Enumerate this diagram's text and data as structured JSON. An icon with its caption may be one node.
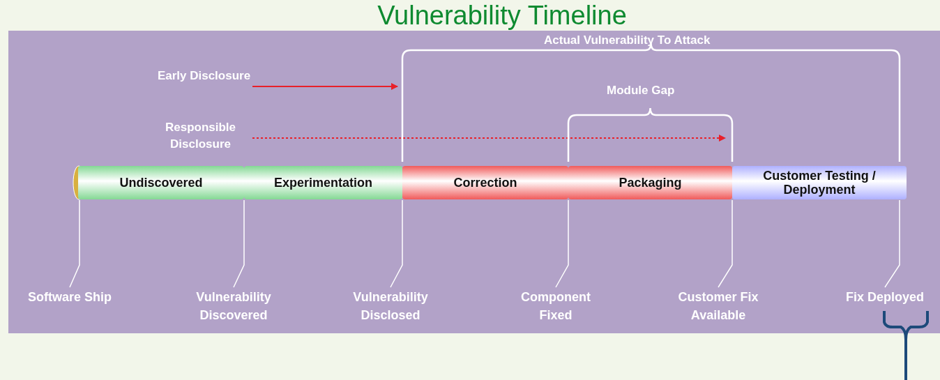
{
  "diagram": {
    "title": "Vulnerability Timeline",
    "nodes": [
      {
        "text": [
          "Undiscovered"
        ]
      },
      {
        "text": [
          "Experimentation"
        ]
      },
      {
        "text": [
          "Correction"
        ]
      },
      {
        "text": [
          "Packaging"
        ]
      },
      {
        "text": [
          "Customer Testing / Deployment"
        ]
      },
      {
        "text": [
          "Early Disclosure"
        ]
      },
      {
        "text": [
          "Responsible Disclosure"
        ]
      },
      {
        "text": [
          "Software Ship"
        ]
      },
      {
        "text": [
          "Vulnerability Discovered"
        ]
      },
      {
        "text": [
          "Vulnerability Disclosed"
        ]
      },
      {
        "text": [
          "Component Fixed"
        ]
      },
      {
        "text": [
          "Customer Fix Available"
        ]
      },
      {
        "text": [
          "Fix Deployed"
        ]
      }
    ],
    "edges": [
      {
        "from": 5,
        "to": null,
        "arrow": "to",
        "color": "#e8202a"
      },
      {
        "from": 6,
        "to": null,
        "arrow": "to",
        "style": "dashed",
        "color": "#e8202a"
      },
      {
        "from": 7,
        "to": 0,
        "arrow": "none"
      },
      {
        "from": 8,
        "to": 1,
        "arrow": "none"
      },
      {
        "from": 9,
        "to": 1,
        "arrow": "none"
      },
      {
        "from": 10,
        "to": 2,
        "arrow": "none"
      },
      {
        "from": 11,
        "to": 3,
        "arrow": "none"
      },
      {
        "from": 12,
        "to": 4,
        "arrow": "none"
      }
    ],
    "labels": [
      "Actual Vulnerability To Attack",
      "Module Gap"
    ]
  }
}
